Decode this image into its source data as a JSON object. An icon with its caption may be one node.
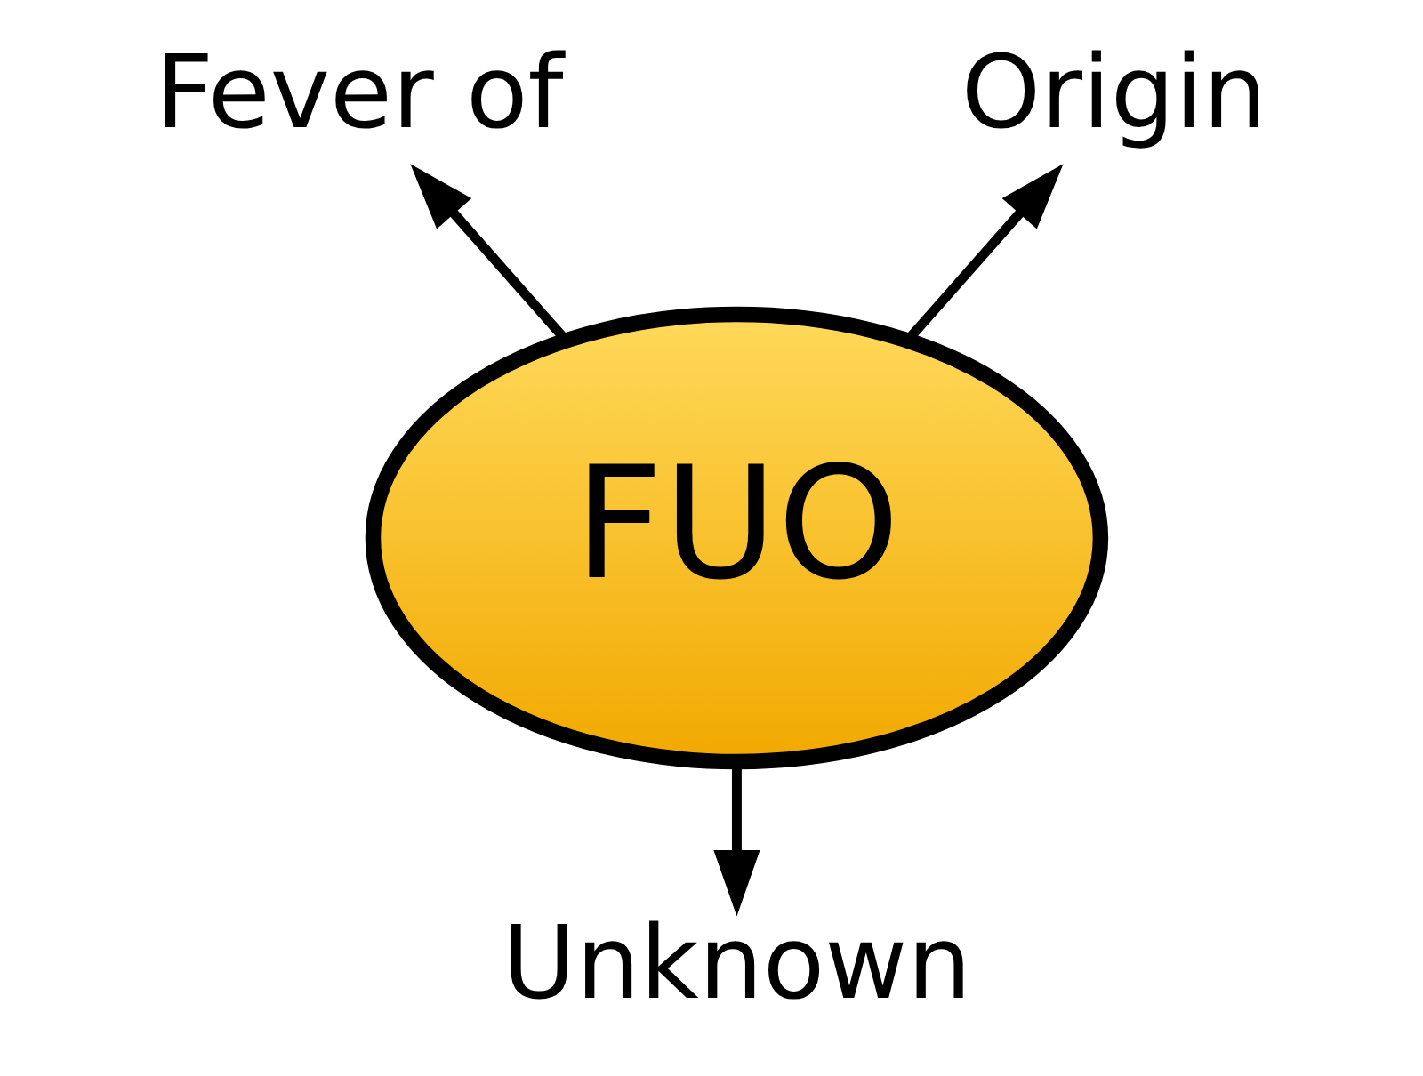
{
  "diagram": {
    "nodes": [
      {
        "text": [
          "FUO"
        ]
      },
      {
        "text": [
          "Fever of"
        ]
      },
      {
        "text": [
          "Origin"
        ]
      },
      {
        "text": [
          "Unknown"
        ]
      }
    ],
    "edges": [
      {
        "from": 0,
        "to": 1,
        "arrow": "to"
      },
      {
        "from": 0,
        "to": 2,
        "arrow": "to"
      },
      {
        "from": 0,
        "to": 3,
        "arrow": "to"
      }
    ]
  }
}
